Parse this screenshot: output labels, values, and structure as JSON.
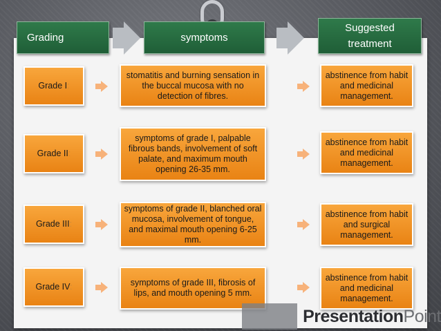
{
  "headers": {
    "grading": "Grading",
    "symptoms": "symptoms",
    "treatment": "Suggested treatment"
  },
  "rows": [
    {
      "grade": "Grade I",
      "grade_suffix": ":",
      "symptoms": "stomatitis and burning sensation in the buccal mucosa with no detection of fibres.",
      "treatment": "abstinence from habit and medicinal management."
    },
    {
      "grade": "Grade II",
      "grade_suffix": ":",
      "symptoms": "symptoms of grade I, palpable fibrous bands, involvement of soft palate, and maximum mouth opening 26-35 mm.",
      "treatment": "abstinence from habit and medicinal management."
    },
    {
      "grade": "Grade III",
      "grade_suffix": ":",
      "symptoms": "symptoms of grade II, blanched oral mucosa, involvement of tongue, and maximal mouth opening 6-25 mm.",
      "treatment": "abstinence from habit and surgical management."
    },
    {
      "grade": "Grade IV",
      "grade_suffix": ":",
      "symptoms": "symptoms of grade III, fibrosis of lips, and mouth opening 5 mm.",
      "treatment": "abstinence from habit and medicinal management."
    }
  ],
  "watermark": {
    "bold": "Presentation",
    "light": "Point"
  }
}
